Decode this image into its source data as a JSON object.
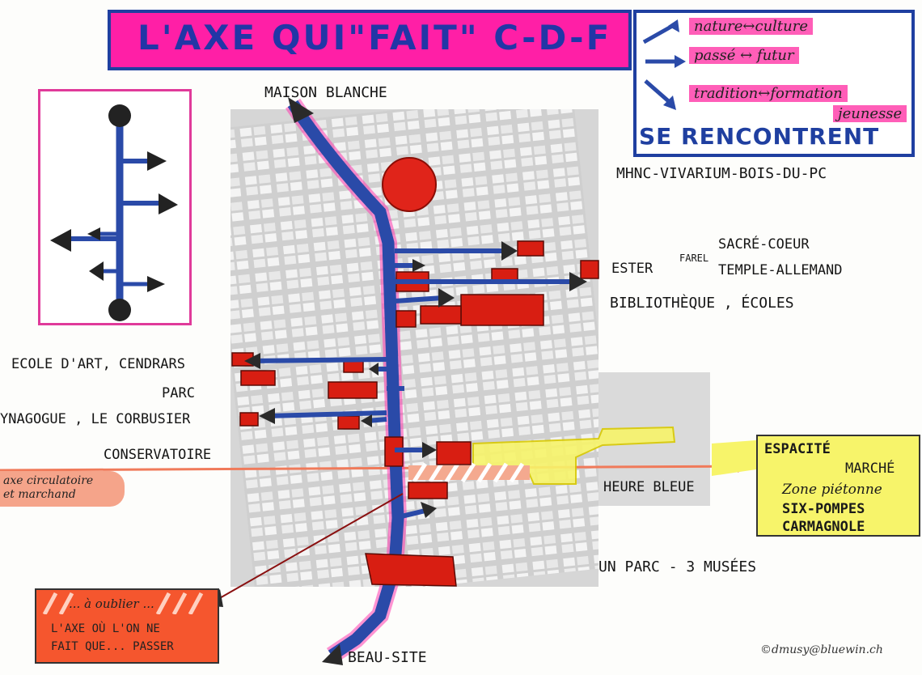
{
  "title": "L'AXE QUI\"FAIT\" C-D-F",
  "themes": {
    "items": [
      "nature↔culture",
      "passé ↔ futur",
      "tradition↔formation",
      "jeunesse"
    ],
    "footer": "SE RENCONTRENT"
  },
  "places": {
    "north": "MAISON BLANCHE",
    "south": "BEAU-SITE",
    "museums": "MHNC-VIVARIUM-BOIS-DU-PC",
    "sacre_coeur": "SACRÉ-COEUR",
    "ester": "ESTER",
    "farel": "FAREL",
    "temple": "TEMPLE-ALLEMAND",
    "bibliotheque": "BIBLIOTHÈQUE , ÉCOLES",
    "ecole_art": "ECOLE D'ART, CENDRARS",
    "parc": "PARC",
    "synagogue": "YNAGOGUE , LE CORBUSIER",
    "conservatoire": "CONSERVATOIRE",
    "heure_bleue": "HEURE BLEUE",
    "un_parc": "UN PARC - 3 MUSÉES"
  },
  "circulation_label": [
    "axe circulatoire",
    "et marchand"
  ],
  "espace": [
    "ESPACITÉ",
    "MARCHÉ",
    "Zone piétonne",
    "SIX-POMPES",
    "CARMAGNOLE"
  ],
  "forget": {
    "heading": "... à oublier ...",
    "line1": "L'AXE OÙ L'ON NE",
    "line2": "FAIT QUE... PASSER"
  },
  "credit": "©dmusy@bluewin.ch",
  "colors": {
    "axis_blue": "#2a4aa8",
    "pink": "#ff1fa6",
    "red_building": "#d81e12",
    "yellow_zone": "#f7f46a",
    "orange_axis": "#f07a5a"
  }
}
